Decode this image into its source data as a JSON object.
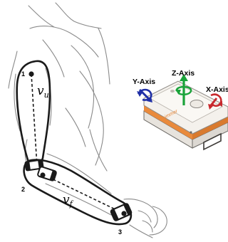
{
  "arm": {
    "joints": [
      {
        "number": "1"
      },
      {
        "number": "2"
      },
      {
        "number": "3"
      }
    ],
    "segments": [
      {
        "symbol": "v",
        "subscript": "u"
      },
      {
        "symbol": "v",
        "subscript": "f"
      }
    ]
  },
  "sensor": {
    "brand_text": "shimmer",
    "axes": [
      {
        "label": "Y-Axis",
        "color": "#1f2fa6"
      },
      {
        "label": "Z-Axis",
        "color": "#1aa33a"
      },
      {
        "label": "X-Axis",
        "color": "#c8282d"
      }
    ]
  },
  "colors": {
    "outline": "#1a1a1a",
    "sketch": "#8a8a8a",
    "sensor_orange": "#e98a3c",
    "sensor_body": "#f4f1ec"
  }
}
